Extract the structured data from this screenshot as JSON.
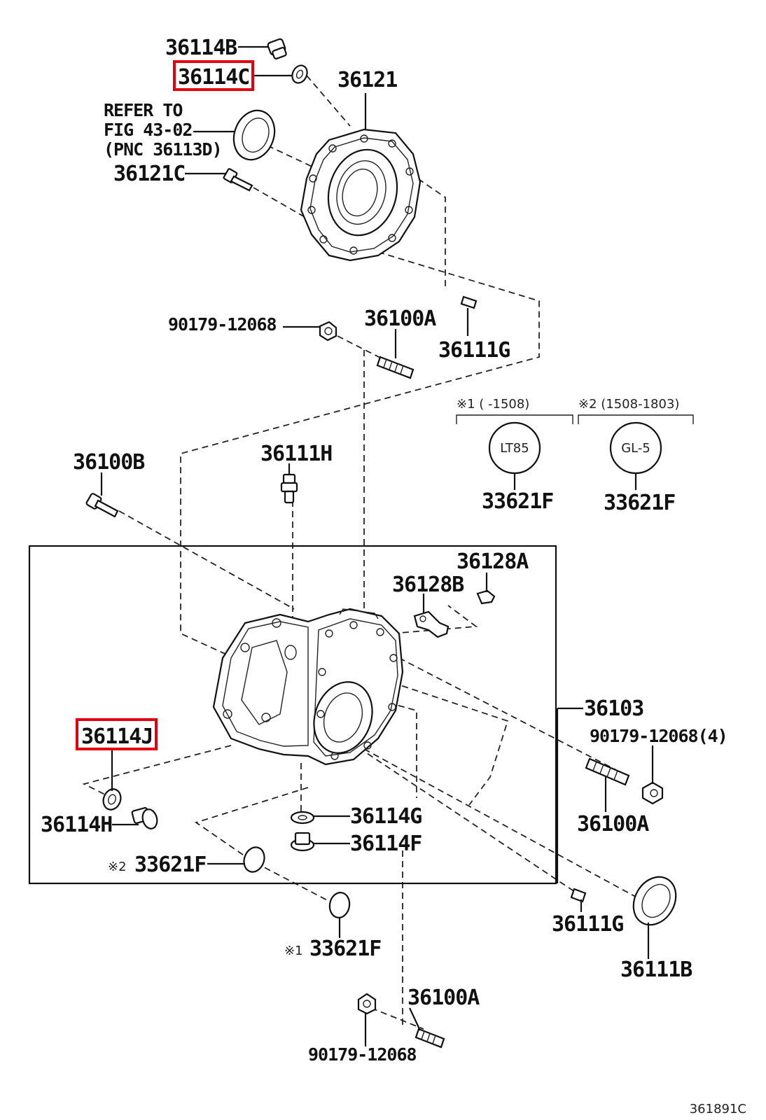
{
  "reference_note": [
    "REFER TO",
    "FIG 43-02",
    "(PNC 36113D)"
  ],
  "callouts": {
    "c36114B": "36114B",
    "c36114C": "36114C",
    "c36121": "36121",
    "c36121C": "36121C",
    "c90179_top": "90179-12068",
    "c36100A_top": "36100A",
    "c36111G_top": "36111G",
    "c36100B": "36100B",
    "c36111H": "36111H",
    "c33621F_a": "33621F",
    "c33621F_b": "33621F",
    "c36128A": "36128A",
    "c36128B": "36128B",
    "c36103": "36103",
    "c90179_4": "90179-12068(4)",
    "c36114J": "36114J",
    "c36114H": "36114H",
    "c36114G": "36114G",
    "c36114F": "36114F",
    "c36100A_right": "36100A",
    "c33621F_box": "33621F",
    "c36111G_low": "36111G",
    "c36111B": "36111B",
    "c33621F_low": "33621F",
    "c36100A_low": "36100A",
    "c90179_low": "90179-12068"
  },
  "markers": {
    "m1": "※1",
    "m2": "※2"
  },
  "variants": {
    "v1": {
      "label": "※1 (      -1508)",
      "fluid": "LT85"
    },
    "v2": {
      "label": "※2 (1508-1803)",
      "fluid": "GL-5"
    }
  },
  "figure_code": "361891C",
  "highlight_color": "#e3000f"
}
